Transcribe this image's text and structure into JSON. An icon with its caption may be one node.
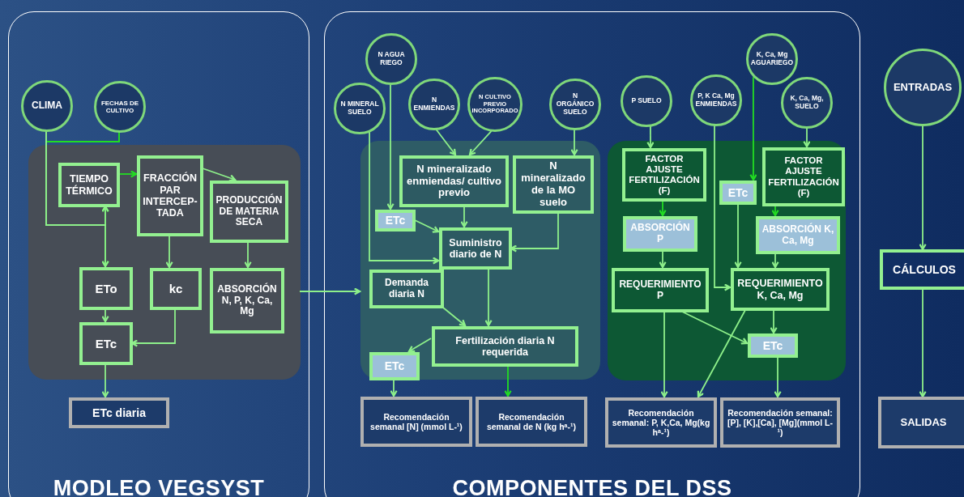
{
  "diagram": {
    "nodes": [
      {
        "text": [
          "MODLEO VEGSYST"
        ]
      },
      {
        "text": [
          "CLIMA"
        ],
        "in": 0
      },
      {
        "text": [
          "FECHAS DE CULTIVO"
        ],
        "in": 0
      },
      {
        "text": [],
        "shape": "box",
        "in": 0
      },
      {
        "text": [
          "TIEMPO TÉRMICO"
        ],
        "in": 3
      },
      {
        "text": [
          "FRACCIÓN PAR INTERCEP- TADA"
        ],
        "in": 3
      },
      {
        "text": [
          "PRODUCCIÓN DE MATERIA SECA"
        ],
        "in": 3
      },
      {
        "text": [
          "ETo"
        ],
        "in": 3
      },
      {
        "text": [
          "kc"
        ],
        "in": 3
      },
      {
        "text": [
          "ABSORCIÓN N, P, K, Ca, Mg"
        ],
        "in": 3
      },
      {
        "text": [
          "ETc"
        ],
        "in": 3
      },
      {
        "text": [
          "ETc diaria"
        ],
        "in": 0
      },
      {
        "text": [
          "COMPONENTES DEL DSS"
        ]
      },
      {
        "text": [
          "N AGUA RIEGO"
        ],
        "in": 12
      },
      {
        "text": [
          "N MINERAL SUELO"
        ],
        "in": 12
      },
      {
        "text": [
          "N ENMIENDAS"
        ],
        "in": 12
      },
      {
        "text": [
          "N CULTIVO PREVIO INCORPORADO"
        ],
        "in": 12
      },
      {
        "text": [
          "N ORGÁNICO SUELO"
        ],
        "in": 12
      },
      {
        "text": [],
        "shape": "box",
        "in": 12
      },
      {
        "text": [
          "N mineralizado enmiendas/ cultivo previo"
        ],
        "in": 18
      },
      {
        "text": [
          "N mineralizado de la MO suelo"
        ],
        "in": 18
      },
      {
        "text": [
          "ETc"
        ],
        "in": 18
      },
      {
        "text": [
          "Suministro diario de N"
        ],
        "in": 18
      },
      {
        "text": [
          "Demanda diaria N"
        ],
        "in": 18
      },
      {
        "text": [
          "Fertilización diaria N requerida"
        ],
        "in": 18
      },
      {
        "text": [
          "ETc"
        ],
        "in": 18
      },
      {
        "text": [
          "Recomendación semanal [N] (mmol L-¹)"
        ],
        "in": 12
      },
      {
        "text": [
          "Recomendación semanal de N (kg hᵃ-¹)"
        ],
        "in": 12
      },
      {
        "text": [
          "P SUELO"
        ],
        "in": 12
      },
      {
        "text": [
          "P, K Ca, Mg ENMIENDAS"
        ],
        "in": 12
      },
      {
        "text": [
          "K, Ca, Mg AGUARIEGO"
        ],
        "in": 12
      },
      {
        "text": [
          "K, Ca, Mg, SUELO"
        ],
        "in": 12
      },
      {
        "text": [],
        "shape": "box",
        "in": 12
      },
      {
        "text": [
          "FACTOR AJUSTE FERTILIZACIÓN (F)"
        ],
        "in": 32
      },
      {
        "text": [
          "ETc"
        ],
        "in": 32
      },
      {
        "text": [
          "FACTOR AJUSTE FERTILIZACIÓN (F)"
        ],
        "in": 32
      },
      {
        "text": [
          "ABSORCIÓN P"
        ],
        "in": 32
      },
      {
        "text": [
          "ABSORCIÓN K, Ca, Mg"
        ],
        "in": 32
      },
      {
        "text": [
          "REQUERIMIENTO P"
        ],
        "in": 32
      },
      {
        "text": [
          "REQUERIMIENTO K, Ca, Mg"
        ],
        "in": 32
      },
      {
        "text": [
          "ETc"
        ],
        "in": 32
      },
      {
        "text": [
          "Recomendación semanal: P, K,Ca, Mg(kg hᵃ-¹)"
        ],
        "in": 12
      },
      {
        "text": [
          "Recomendación semanal: [P], [K],[Ca], [Mg](mmol L-¹)"
        ],
        "in": 12
      },
      {
        "text": [
          "ENTRADAS"
        ]
      },
      {
        "text": [
          "CÁLCULOS"
        ]
      },
      {
        "text": [
          "SALIDAS"
        ]
      }
    ],
    "edges": [
      {
        "from": 1,
        "to": 4,
        "arrow": "to"
      },
      {
        "from": 1,
        "to": 7,
        "arrow": "to"
      },
      {
        "from": 2,
        "to": 4,
        "arrow": "to",
        "color": "#22dd22"
      },
      {
        "from": 2,
        "to": 7,
        "arrow": "to",
        "color": "#22dd22"
      },
      {
        "from": 4,
        "to": 5,
        "arrow": "to",
        "color": "#22dd22"
      },
      {
        "from": 5,
        "to": 6,
        "arrow": "to"
      },
      {
        "from": 5,
        "to": 8,
        "arrow": "to"
      },
      {
        "from": 6,
        "to": 9,
        "arrow": "to"
      },
      {
        "from": 7,
        "to": 10,
        "arrow": "to"
      },
      {
        "from": 8,
        "to": 10,
        "arrow": "to"
      },
      {
        "from": 10,
        "to": 11,
        "arrow": "to"
      },
      {
        "from": 3,
        "to": 18,
        "arrow": "to"
      },
      {
        "from": 13,
        "to": 21,
        "arrow": "to"
      },
      {
        "from": 14,
        "to": 22,
        "arrow": "to"
      },
      {
        "from": 15,
        "to": 19,
        "arrow": "to"
      },
      {
        "from": 16,
        "to": 19,
        "arrow": "to"
      },
      {
        "from": 17,
        "to": 20,
        "arrow": "to"
      },
      {
        "from": 19,
        "to": 22,
        "arrow": "to"
      },
      {
        "from": 21,
        "to": 22,
        "arrow": "to"
      },
      {
        "from": 20,
        "to": 22,
        "arrow": "to"
      },
      {
        "from": 22,
        "to": 24,
        "arrow": "to"
      },
      {
        "from": 23,
        "to": 24,
        "arrow": "to"
      },
      {
        "from": 24,
        "to": 25,
        "arrow": "to"
      },
      {
        "from": 25,
        "to": 26,
        "arrow": "to"
      },
      {
        "from": 24,
        "to": 27,
        "arrow": "to",
        "color": "#22dd22"
      },
      {
        "from": 28,
        "to": 33,
        "arrow": "to"
      },
      {
        "from": 33,
        "to": 36,
        "arrow": "to",
        "color": "#22dd22"
      },
      {
        "from": 31,
        "to": 35,
        "arrow": "to"
      },
      {
        "from": 30,
        "to": 34,
        "arrow": "to",
        "color": "#22dd22"
      },
      {
        "from": 35,
        "to": 37,
        "arrow": "to",
        "color": "#22dd22"
      },
      {
        "from": 36,
        "to": 38,
        "arrow": "to"
      },
      {
        "from": 29,
        "to": 39,
        "arrow": "to"
      },
      {
        "from": 34,
        "to": 39,
        "arrow": "to"
      },
      {
        "from": 37,
        "to": 39,
        "arrow": "to"
      },
      {
        "from": 38,
        "to": 40,
        "arrow": "to"
      },
      {
        "from": 39,
        "to": 40,
        "arrow": "to"
      },
      {
        "from": 38,
        "to": 41,
        "arrow": "to"
      },
      {
        "from": 39,
        "to": 41,
        "arrow": "to"
      },
      {
        "from": 40,
        "to": 42,
        "arrow": "to"
      },
      {
        "from": 43,
        "to": 44,
        "arrow": "to"
      },
      {
        "from": 44,
        "to": 45,
        "arrow": "to"
      }
    ]
  }
}
